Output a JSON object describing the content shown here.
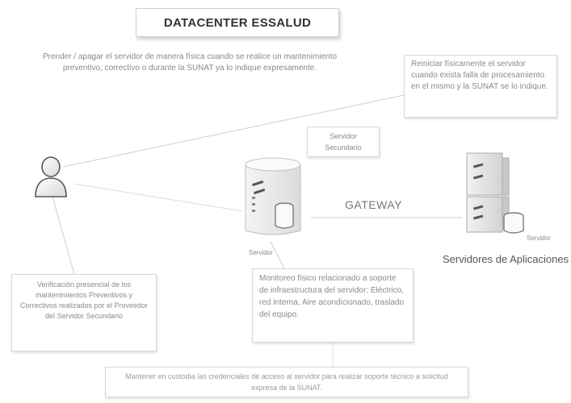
{
  "title": "DATACENTER ESSALUD",
  "top_note": "Prender / apagar el servidor de manera física cuando se realice un mantenimiento preventivo, correctivo o durante la SUNAT ya lo indique expresamente.",
  "right_note": "Reiniciar físicamente el servidor cuando exista falla de procesamiento en el mismo y la SUNAT se lo indique.",
  "server_label": "Servidor Secundario",
  "gateway_label": "GATEWAY",
  "app_servers_label": "Servidores de Aplicaciones",
  "server_icon_caption": "Servidor",
  "app_icon_caption": "Servidor",
  "left_note": "Verificación presencial de los mantenimientos Preventivos y Correctivos realizados por el Proveedor del Servidor Secundario",
  "center_note": "Monitoreo físico relacionado a soporte de infraestructura del servidor: Eléctrico, red interna, Aire acondicionado, traslado del equipo.",
  "bottom_note": "Mantener en custodia las credenciales de acceso al servidor para realizar soporte técnico a solicitud expresa de la SUNAT.",
  "colors": {
    "line": "#c9c9c9",
    "icon_stroke": "#666666",
    "text": "#8a8a8a"
  }
}
